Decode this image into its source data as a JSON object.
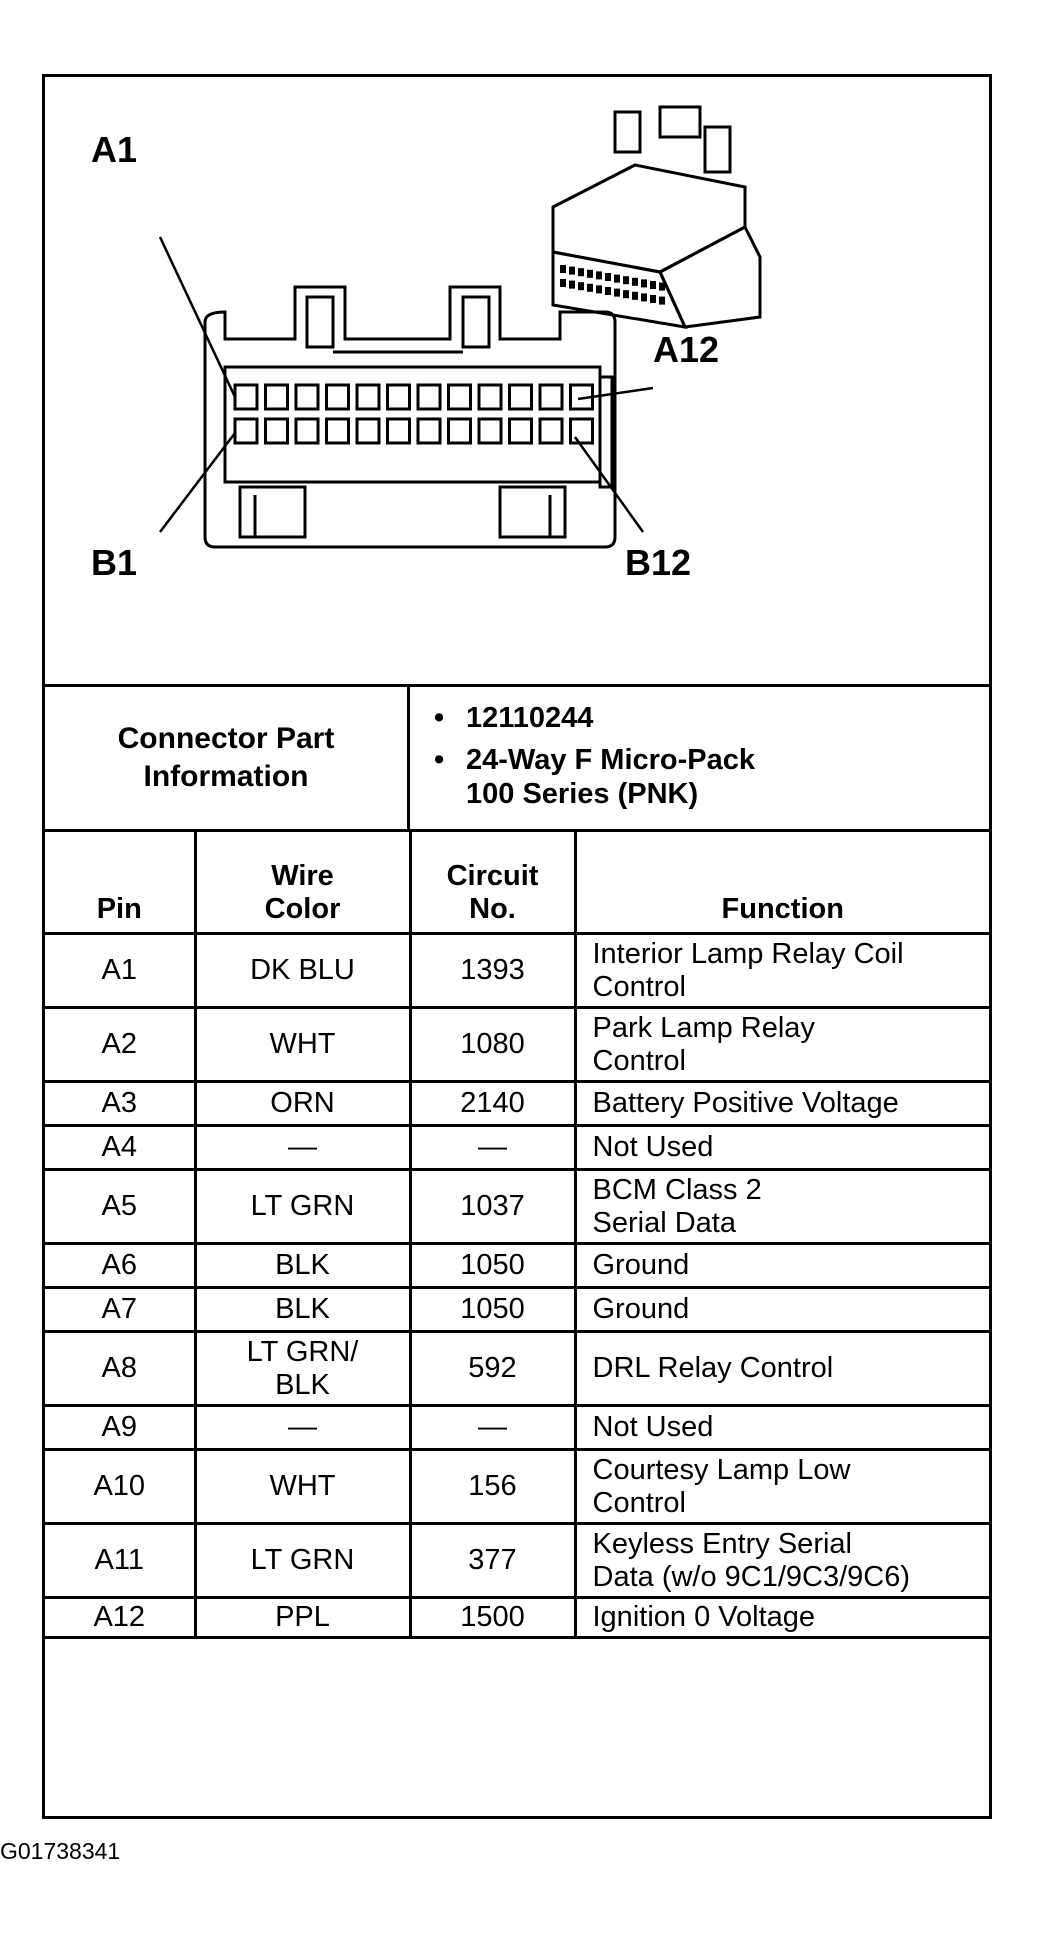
{
  "diagram": {
    "labels": {
      "top_left": "A1",
      "top_right": "A12",
      "bottom_left": "B1",
      "bottom_right": "B12"
    },
    "pins_per_row": 12,
    "rows": 2
  },
  "connector_info": {
    "label_line1": "Connector Part",
    "label_line2": "Information",
    "part_number": "12110244",
    "description_line1": "24-Way F Micro-Pack",
    "description_line2": "100 Series (PNK)",
    "bullet": "•"
  },
  "table": {
    "headers": {
      "pin": "Pin",
      "wire_color_line1": "Wire",
      "wire_color_line2": "Color",
      "circuit_line1": "Circuit",
      "circuit_line2": "No.",
      "function": "Function"
    },
    "rows": [
      {
        "pin": "A1",
        "wire": [
          "DK BLU"
        ],
        "circuit": "1393",
        "function": [
          "Interior Lamp Relay Coil",
          "Control"
        ]
      },
      {
        "pin": "A2",
        "wire": [
          "WHT"
        ],
        "circuit": "1080",
        "function": [
          "Park Lamp Relay",
          "Control"
        ]
      },
      {
        "pin": "A3",
        "wire": [
          "ORN"
        ],
        "circuit": "2140",
        "function": [
          "Battery Positive Voltage"
        ]
      },
      {
        "pin": "A4",
        "wire": [
          "—"
        ],
        "circuit": "—",
        "function": [
          "Not Used"
        ]
      },
      {
        "pin": "A5",
        "wire": [
          "LT GRN"
        ],
        "circuit": "1037",
        "function": [
          "BCM Class 2",
          "Serial Data"
        ]
      },
      {
        "pin": "A6",
        "wire": [
          "BLK"
        ],
        "circuit": "1050",
        "function": [
          "Ground"
        ]
      },
      {
        "pin": "A7",
        "wire": [
          "BLK"
        ],
        "circuit": "1050",
        "function": [
          "Ground"
        ]
      },
      {
        "pin": "A8",
        "wire": [
          "LT GRN/",
          "BLK"
        ],
        "circuit": "592",
        "function": [
          "DRL Relay Control"
        ]
      },
      {
        "pin": "A9",
        "wire": [
          "—"
        ],
        "circuit": "—",
        "function": [
          "Not Used"
        ]
      },
      {
        "pin": "A10",
        "wire": [
          "WHT"
        ],
        "circuit": "156",
        "function": [
          "Courtesy Lamp Low",
          "Control"
        ]
      },
      {
        "pin": "A11",
        "wire": [
          "LT GRN"
        ],
        "circuit": "377",
        "function": [
          "Keyless Entry Serial",
          "Data (w/o 9C1/9C3/9C6)"
        ]
      },
      {
        "pin": "A12",
        "wire": [
          "PPL"
        ],
        "circuit": "1500",
        "function": [
          "Ignition 0 Voltage"
        ]
      }
    ]
  },
  "footer": {
    "code": "G01738341"
  }
}
